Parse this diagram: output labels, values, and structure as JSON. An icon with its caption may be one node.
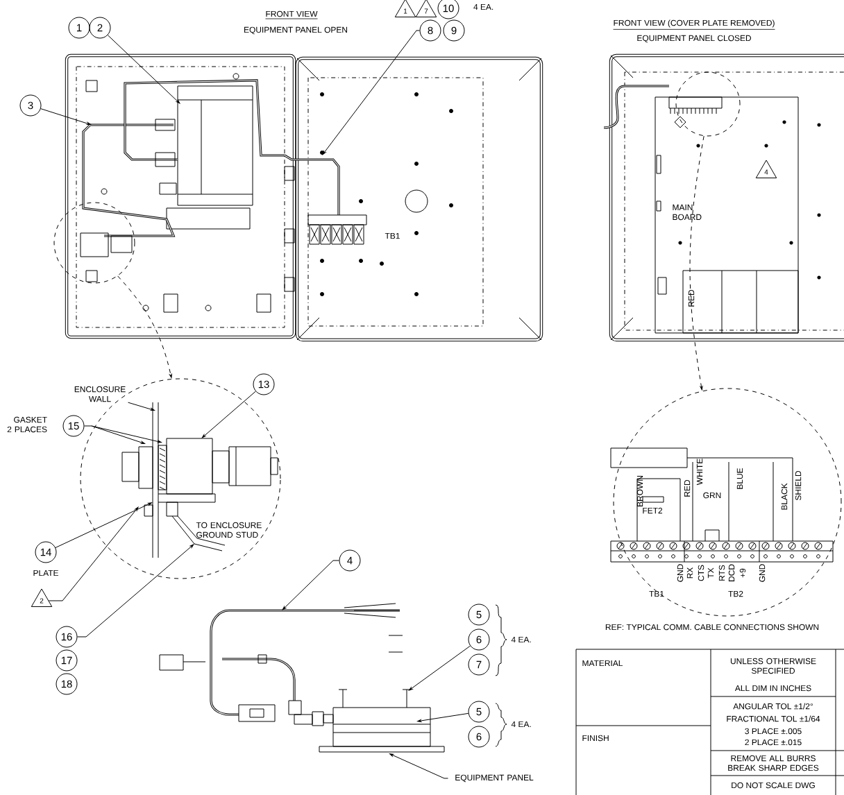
{
  "diagram": {
    "nodes": [
      {
        "text": [
          "1"
        ]
      },
      {
        "text": [
          "2"
        ]
      },
      {
        "text": [
          "1"
        ]
      },
      {
        "text": [
          "7"
        ]
      },
      {
        "text": [
          "10"
        ],
        "beside": [
          "4 EA."
        ]
      },
      {
        "text": [
          "8"
        ]
      },
      {
        "text": [
          "9"
        ]
      },
      {
        "text": [
          "3"
        ]
      },
      {
        "text": [],
        "shape": "picture"
      },
      {
        "text": [],
        "shape": "circle"
      },
      {
        "text": [],
        "shape": "picture"
      },
      {
        "text": [],
        "shape": "circle",
        "in": 10
      },
      {
        "text": [
          "4"
        ],
        "in": 10
      },
      {
        "text": [],
        "shape": "circle"
      },
      {
        "text": [
          "ENCLOSURE WALL"
        ]
      },
      {
        "text": [
          "13"
        ]
      },
      {
        "text": [
          "15"
        ],
        "beside": [
          "GASKET 2 PLACES"
        ]
      },
      {
        "text": [
          "14"
        ]
      },
      {
        "text": [
          "2"
        ]
      },
      {
        "text": [
          "16"
        ]
      },
      {
        "text": [
          "17"
        ]
      },
      {
        "text": [
          "18"
        ]
      },
      {
        "text": [],
        "shape": "circle"
      },
      {
        "text": [
          "4"
        ]
      },
      {
        "text": [],
        "shape": "picture"
      },
      {
        "text": [
          "5"
        ]
      },
      {
        "text": [
          "6"
        ]
      },
      {
        "text": [
          "7"
        ]
      },
      {
        "text": [
          "5"
        ]
      },
      {
        "text": [
          "6"
        ]
      },
      {
        "text": [
          "EQUIPMENT PANEL"
        ]
      }
    ],
    "edges": [
      {
        "from": 1,
        "to": 8,
        "arrow": "to"
      },
      {
        "from": 5,
        "to": 8,
        "arrow": "to"
      },
      {
        "from": 7,
        "to": 8,
        "arrow": "to"
      },
      {
        "from": 9,
        "to": 13,
        "arrow": "to",
        "style": "dashed"
      },
      {
        "from": 11,
        "to": 22,
        "arrow": "to",
        "style": "dashed"
      },
      {
        "from": 14,
        "to": 13,
        "arrow": "to"
      },
      {
        "from": 15,
        "to": 13,
        "arrow": "to"
      },
      {
        "from": 16,
        "to": 13,
        "arrow": "to"
      },
      {
        "from": 17,
        "to": 13,
        "arrow": "to"
      },
      {
        "from": 18,
        "to": 13,
        "arrow": "to"
      },
      {
        "from": 19,
        "to": 13,
        "arrow": "to"
      },
      {
        "from": 23,
        "to": 24,
        "arrow": "to"
      },
      {
        "from": 26,
        "to": 24,
        "arrow": "to"
      },
      {
        "from": 28,
        "to": 24,
        "arrow": "to"
      },
      {
        "from": 30,
        "to": 24,
        "arrow": "to"
      }
    ],
    "labels": [
      "FRONT VIEW",
      "EQUIPMENT PANEL OPEN",
      "TB1",
      "FRONT VIEW (COVER PLATE REMOVED)",
      "EQUIPMENT PANEL CLOSED",
      "MAIN BOARD",
      "RED",
      "TO ENCLOSURE GROUND STUD",
      "PLATE",
      "BROWN",
      "FET2",
      "RED",
      "WHITE",
      "GRN",
      "BLUE",
      "BLACK",
      "SHIELD",
      "GND",
      "RX",
      "CTS",
      "TX",
      "RTS",
      "DCD",
      "+9",
      "GND",
      "TB1",
      "TB2",
      "REF: TYPICAL COMM. CABLE CONNECTIONS SHOWN",
      "4 EA.",
      "4 EA.",
      "MATERIAL",
      "UNLESS OTHERWISE SPECIFIED",
      "ALL DIM IN INCHES",
      "ANGULAR TOL ±1/2°",
      "FRACTIONAL TOL ±1/64",
      "3 PLACE ±.005",
      "2 PLACE ±.015",
      "FINISH",
      "REMOVE ALL BURRS BREAK SHARP EDGES",
      "DO NOT SCALE DWG"
    ]
  }
}
